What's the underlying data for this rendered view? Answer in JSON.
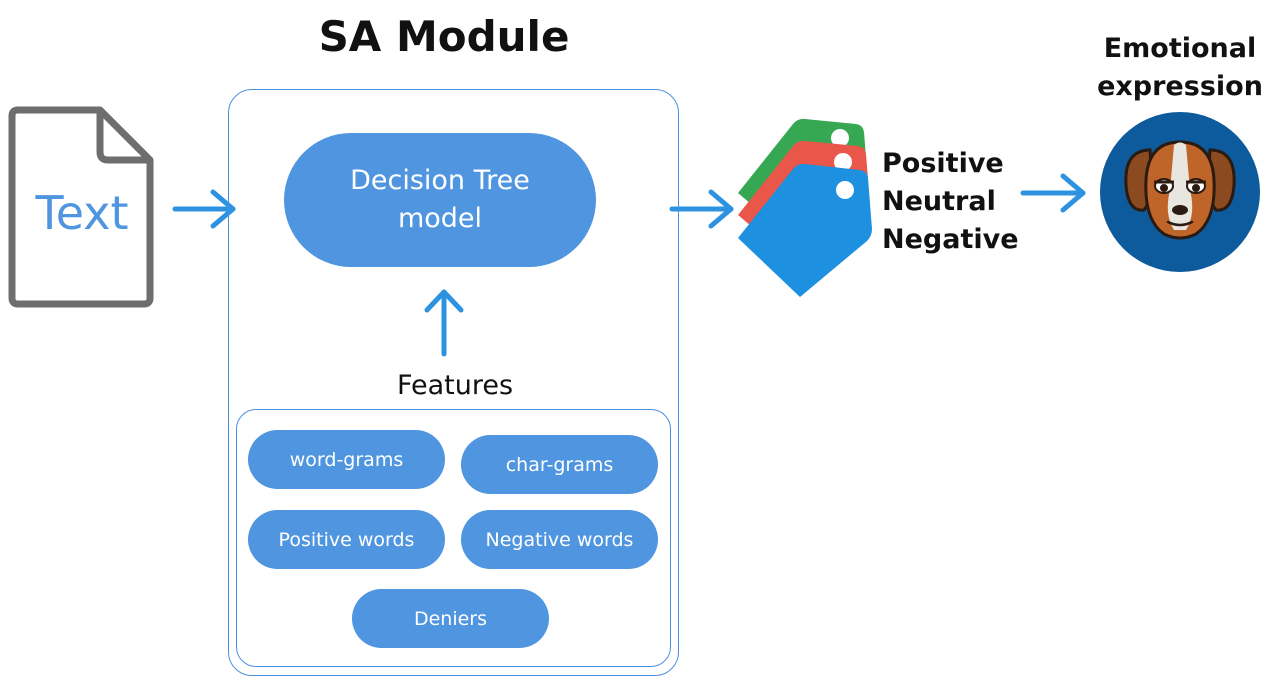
{
  "diagram": {
    "input": {
      "label": "Text"
    },
    "module": {
      "title": "SA Module",
      "model_label": "Decision Tree model",
      "features_title": "Features",
      "features": [
        "word-grams",
        "char-grams",
        "Positive words",
        "Negative words",
        "Deniers"
      ]
    },
    "output_labels": [
      "Positive",
      "Neutral",
      "Negative"
    ],
    "expression": {
      "title": "Emotional expression",
      "avatar_icon": "dog-face-icon"
    },
    "colors": {
      "accent_blue": "#4f95e0",
      "arrow_blue": "#2d93e0",
      "tag_green": "#36a853",
      "tag_red": "#e85749",
      "tag_blue": "#1e90e0",
      "avatar_bg": "#0d5a9c",
      "doc_gray": "#6e6e6e"
    }
  }
}
